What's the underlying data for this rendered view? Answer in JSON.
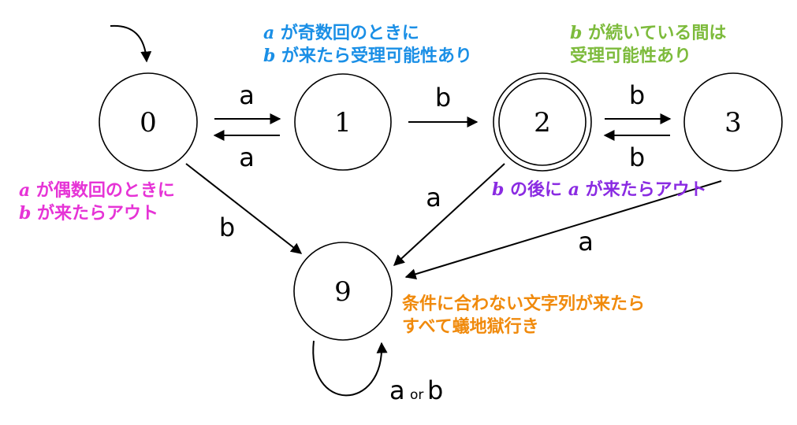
{
  "colors": {
    "blue": "#1a8fe6",
    "green": "#7dbb3c",
    "magenta": "#e633d6",
    "purple": "#8a2be2",
    "orange": "#f08a0c"
  },
  "states": {
    "s0": "0",
    "s1": "1",
    "s2": "2",
    "s3": "3",
    "s9": "9"
  },
  "edges": {
    "e01": "a",
    "e10": "a",
    "e12": "b",
    "e23": "b",
    "e32": "b",
    "e09": "b",
    "e29": "a",
    "e39": "a",
    "e99_a": "a",
    "e99_or": "or",
    "e99_b": "b"
  },
  "notes": {
    "top_blue_line1_sym": "a",
    "top_blue_line1_text": " が奇数回のときに",
    "top_blue_line2_sym": "b",
    "top_blue_line2_text": " が来たら受理可能性あり",
    "top_green_line1_sym": "b",
    "top_green_line1_text": " が続いている間は",
    "top_green_line2_text": "受理可能性あり",
    "left_magenta_line1_sym": "a",
    "left_magenta_line1_text": " が偶数回のときに",
    "left_magenta_line2_sym": "b",
    "left_magenta_line2_text": " が来たらアウト",
    "purple_sym1": "b",
    "purple_text1": " の後に ",
    "purple_sym2": "a",
    "purple_text2": " が来たらアウト",
    "orange_line1": "条件に合わない文字列が来たら",
    "orange_line2": "すべて蟻地獄行き"
  }
}
